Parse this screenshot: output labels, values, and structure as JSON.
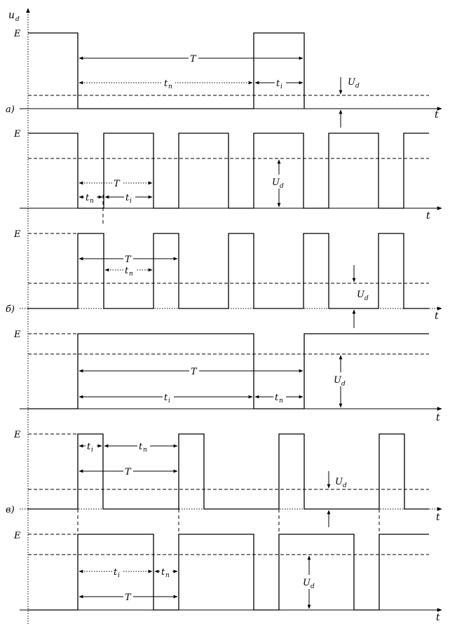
{
  "labels": {
    "y_axis": "u",
    "y_axis_sub": "d",
    "time": "t",
    "E": "E",
    "T": "T",
    "t": "t",
    "i": "i",
    "n": "n",
    "U": "U",
    "d": "d"
  },
  "parts": {
    "a": "а)",
    "b": "б)",
    "v": "в)"
  }
}
